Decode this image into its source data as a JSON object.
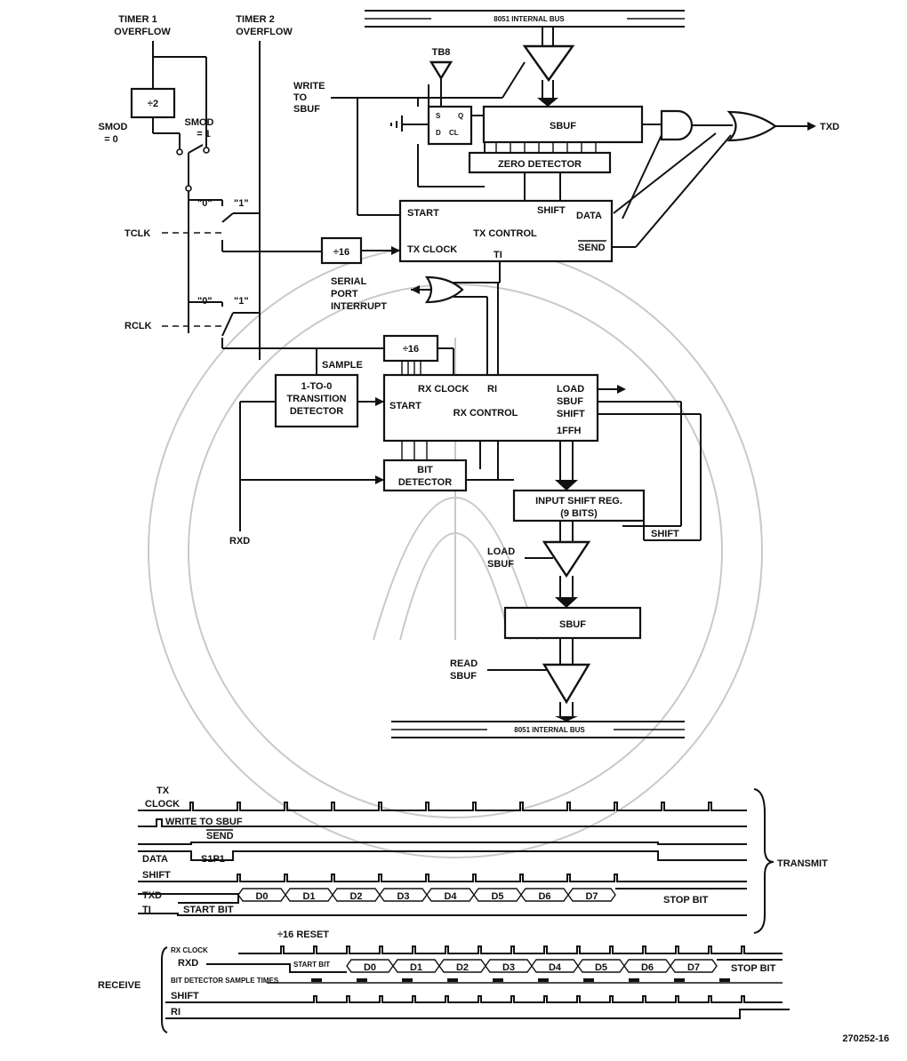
{
  "figure_id": "270252-16",
  "bus": {
    "top": "8051 INTERNAL BUS",
    "bottom": "8051 INTERNAL BUS"
  },
  "timer": {
    "timer1_l1": "TIMER 1",
    "timer1_l2": "OVERFLOW",
    "timer2_l1": "TIMER 2",
    "timer2_l2": "OVERFLOW",
    "div2": "÷2",
    "smod0_l1": "SMOD",
    "smod0_l2": "= 0",
    "smod1_l1": "SMOD",
    "smod1_l2": "= 1"
  },
  "switches": {
    "zero": "\"0\"",
    "one": "\"1\"",
    "tclk": "TCLK",
    "rclk": "RCLK"
  },
  "tx": {
    "tb8": "TB8",
    "write_l1": "WRITE",
    "write_l2": "TO",
    "write_l3": "SBUF",
    "ff_s": "S",
    "ff_q": "Q",
    "ff_d": "D",
    "ff_cl": "CL",
    "sbuf": "SBUF",
    "zero_detector": "ZERO DETECTOR",
    "div16": "÷16",
    "control": "TX CONTROL",
    "start": "START",
    "tx_clock": "TX CLOCK",
    "ti": "TI",
    "shift": "SHIFT",
    "data": "DATA",
    "send": "SEND",
    "txd": "TXD"
  },
  "serial_int": {
    "l1": "SERIAL",
    "l2": "PORT",
    "l3": "INTERRUPT"
  },
  "rx": {
    "div16": "÷16",
    "sample": "SAMPLE",
    "trans_l1": "1-TO-0",
    "trans_l2": "TRANSITION",
    "trans_l3": "DETECTOR",
    "control": "RX CONTROL",
    "rx_clock": "RX CLOCK",
    "ri": "RI",
    "start": "START",
    "load": "LOAD",
    "sbuf": "SBUF",
    "shift": "SHIFT",
    "ffh": "1FFH",
    "bit_l1": "BIT",
    "bit_l2": "DETECTOR",
    "isr_l1": "INPUT SHIFT REG.",
    "isr_l2": "(9 BITS)",
    "isr_shift": "SHIFT",
    "rxd": "RXD",
    "load_sbuf_l1": "LOAD",
    "load_sbuf_l2": "SBUF",
    "sbuf_box": "SBUF",
    "read_l1": "READ",
    "read_l2": "SBUF"
  },
  "timing_tx": {
    "tx_l1": "TX",
    "tx_l2": "CLOCK",
    "write_sbuf": "WRITE TO SBUF",
    "send": "SEND",
    "data": "DATA",
    "s1p1": "S1P1",
    "shift": "SHIFT",
    "txd": "TXD",
    "ti": "TI",
    "start_bit": "START BIT",
    "bits": [
      "D0",
      "D1",
      "D2",
      "D3",
      "D4",
      "D5",
      "D6",
      "D7"
    ],
    "stop_bit": "STOP BIT",
    "group": "TRANSMIT"
  },
  "timing_rx": {
    "reset": "÷16 RESET",
    "rx_clock": "RX CLOCK",
    "rxd": "RXD",
    "start_bit": "START BIT",
    "bits": [
      "D0",
      "D1",
      "D2",
      "D3",
      "D4",
      "D5",
      "D6",
      "D7"
    ],
    "stop_bit": "STOP BIT",
    "sample_times": "BIT DETECTOR SAMPLE TIMES",
    "shift": "SHIFT",
    "ri": "RI",
    "group": "RECEIVE"
  }
}
